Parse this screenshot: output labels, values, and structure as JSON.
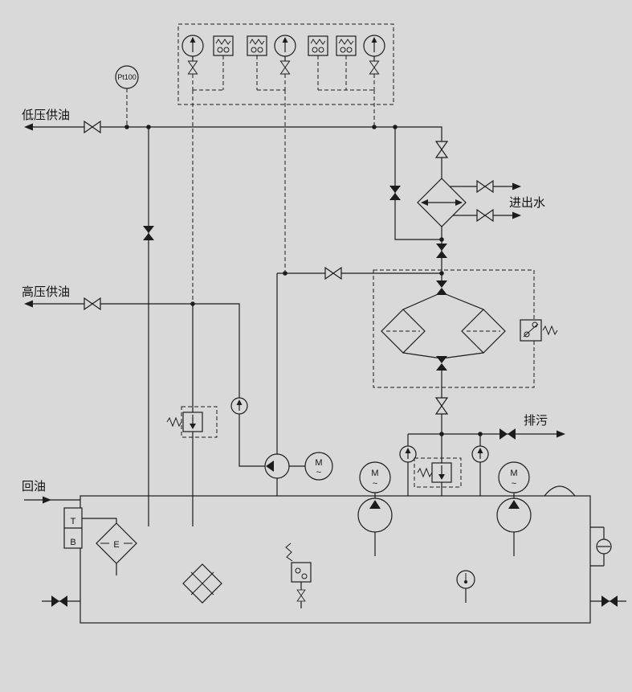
{
  "diagram": {
    "title": "hydraulic-lubrication-system-schematic",
    "colors": {
      "background": "#d9d9d9",
      "line": "#1c1c1c"
    },
    "labels": {
      "low_pressure_supply": "低压供油",
      "high_pressure_supply": "高压供油",
      "water_in_out": "进出水",
      "drain": "排污",
      "oil_return": "回油",
      "temp_sensor": "Pt100",
      "tank_cell_top": "T",
      "tank_cell_bottom": "B",
      "filter_element": "E",
      "motor": "M",
      "motor_phase": "~"
    }
  }
}
